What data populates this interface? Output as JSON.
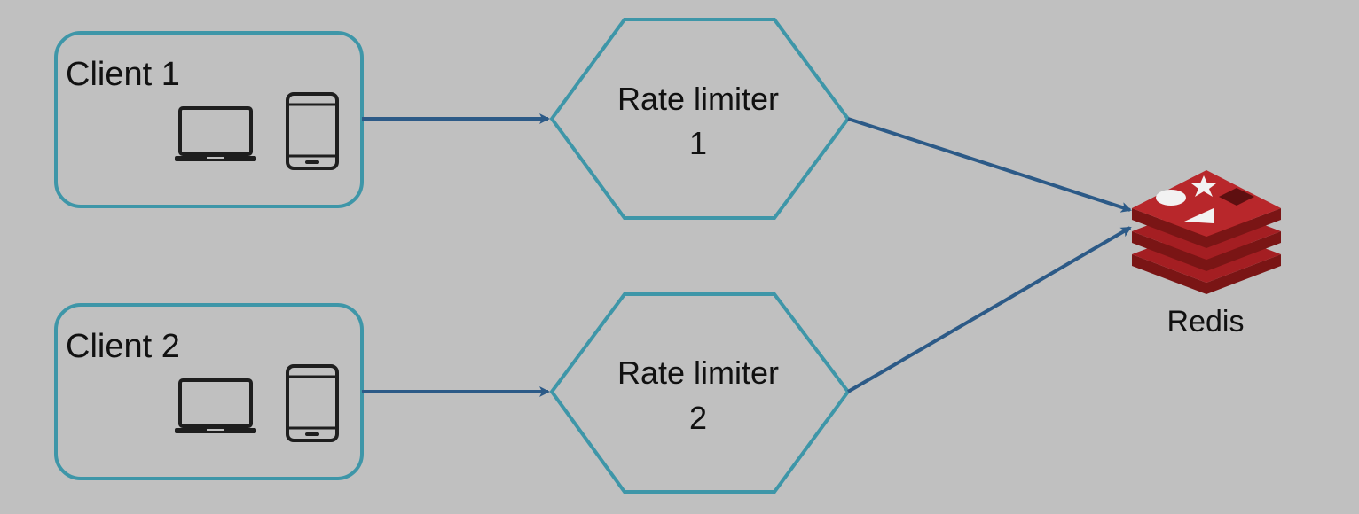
{
  "clients": [
    {
      "label": "Client 1",
      "devices": [
        "laptop-icon",
        "phone-icon"
      ]
    },
    {
      "label": "Client 2",
      "devices": [
        "laptop-icon",
        "phone-icon"
      ]
    }
  ],
  "rate_limiters": [
    {
      "line1": "Rate limiter",
      "line2": "1"
    },
    {
      "line1": "Rate limiter",
      "line2": "2"
    }
  ],
  "store": {
    "label": "Redis",
    "icon": "redis-logo"
  },
  "connections": [
    {
      "from": "Client 1",
      "to": "Rate limiter 1"
    },
    {
      "from": "Client 2",
      "to": "Rate limiter 2"
    },
    {
      "from": "Rate limiter 1",
      "to": "Redis"
    },
    {
      "from": "Rate limiter 2",
      "to": "Redis"
    }
  ],
  "colors": {
    "background": "#c0c0c0",
    "box_stroke": "#3e96a8",
    "arrow": "#2c5a87",
    "device": "#1e1e1e",
    "redis_red": "#a41e22",
    "redis_dark": "#7a1515"
  }
}
